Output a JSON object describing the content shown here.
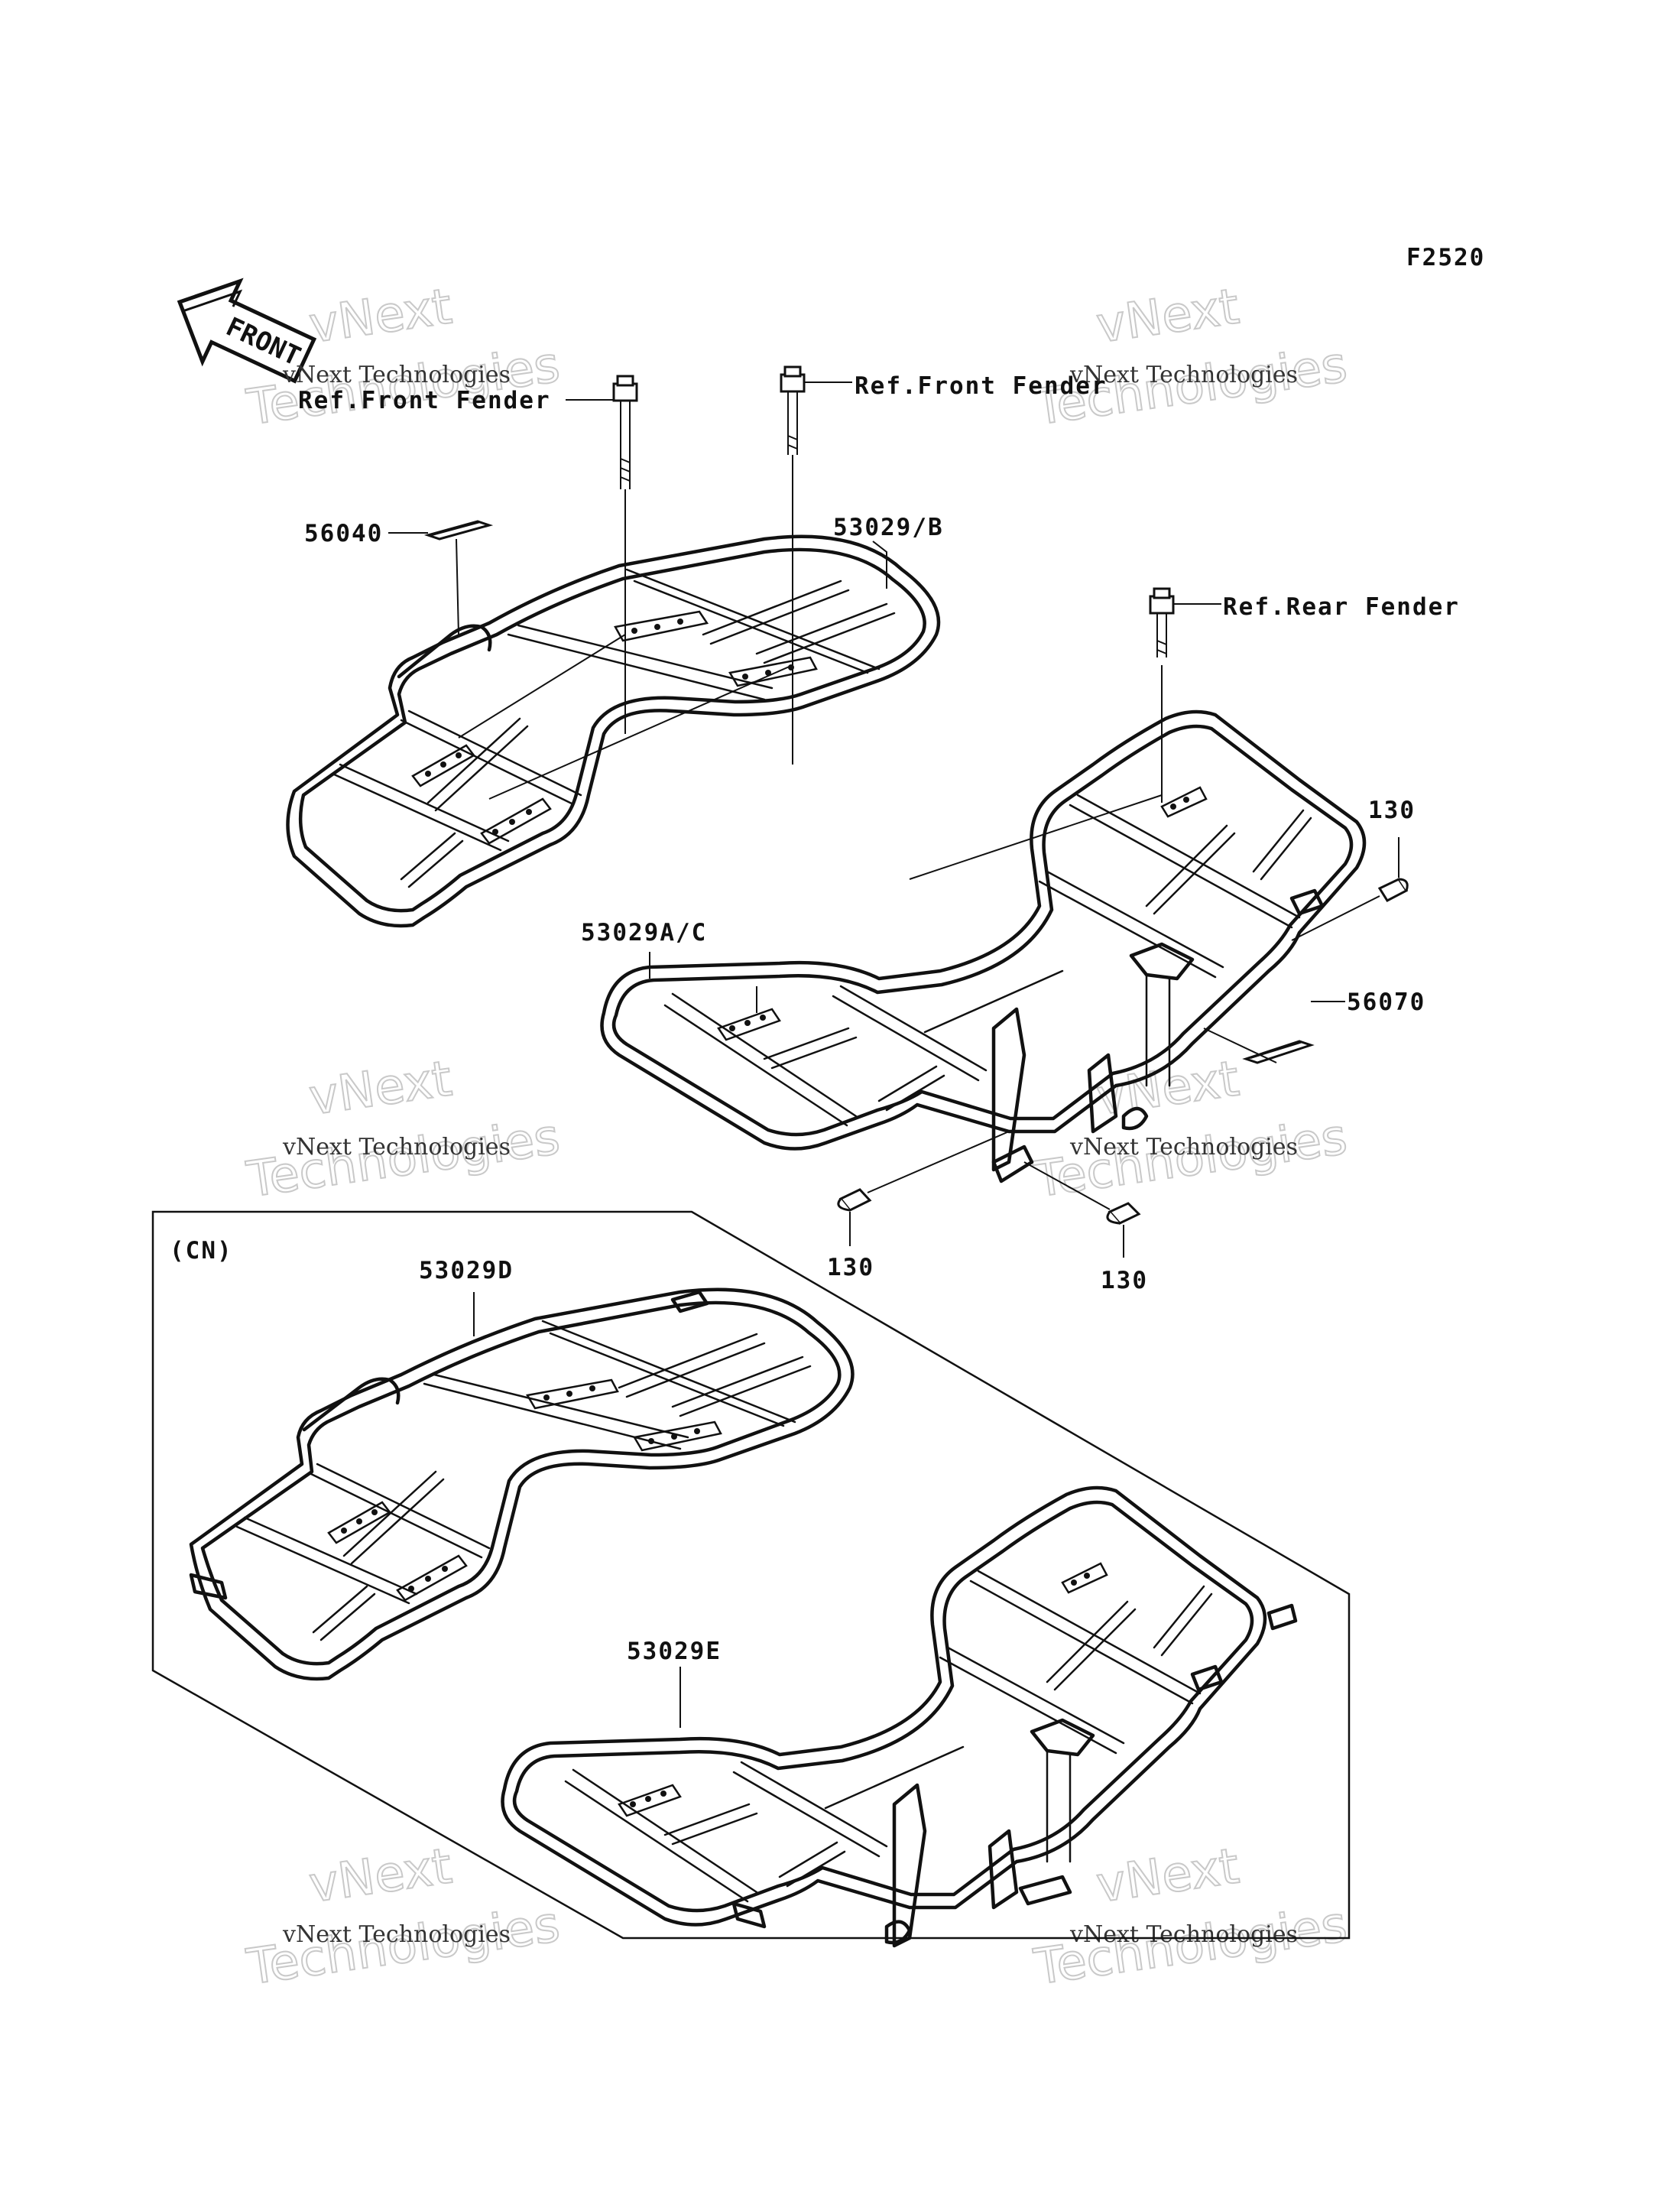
{
  "figure_code": "F2520",
  "front_arrow_label": "FRONT",
  "section_label": "(CN)",
  "callouts": {
    "ref_front_fender_left": "Ref.Front Fender",
    "ref_front_fender_right": "Ref.Front Fender",
    "ref_rear_fender": "Ref.Rear Fender",
    "part_56040": "56040",
    "part_53029B": "53029/B",
    "part_53029AC": "53029A/C",
    "part_56070": "56070",
    "part_130_right": "130",
    "part_130_bottom_left": "130",
    "part_130_bottom_right": "130",
    "part_53029D": "53029D",
    "part_53029E": "53029E"
  },
  "watermark": {
    "line_brand": "vNext Technologies",
    "line_big_top": "vNext",
    "line_big_bottom": "Technologies"
  }
}
